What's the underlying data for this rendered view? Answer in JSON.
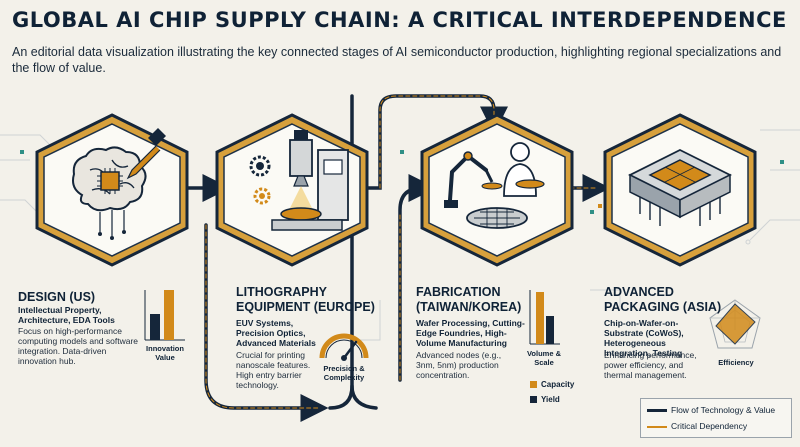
{
  "header": {
    "title": "GLOBAL AI CHIP SUPPLY CHAIN: A CRITICAL INTERDEPENDENCE",
    "subtitle": "An editorial data visualization illustrating the key connected stages of AI semiconductor production, highlighting regional specializations and the flow of value."
  },
  "stages": [
    {
      "title": "DESIGN (US)",
      "sub": "Intellectual Property, Architecture, EDA Tools",
      "desc": "Focus on high-performance computing models and software integration. Data-driven innovation hub.",
      "metric": "Innovation Value"
    },
    {
      "title": "LITHOGRAPHY EQUIPMENT (EUROPE)",
      "sub": "EUV Systems, Precision Optics, Advanced Materials",
      "desc": "Crucial for printing nanoscale features. High entry barrier technology.",
      "metric": "Precision & Complexity"
    },
    {
      "title": "FABRICATION (TAIWAN/KOREA)",
      "sub": "Wafer Processing, Cutting-Edge Foundries, High-Volume Manufacturing",
      "desc": "Advanced nodes (e.g., 3nm, 5nm) production concentration.",
      "metric": "Volume & Scale",
      "legend": [
        "Capacity",
        "Yield"
      ]
    },
    {
      "title": "ADVANCED PACKAGING (ASIA)",
      "sub": "Chip-on-Wafer-on-Substrate (CoWoS), Heterogeneous Integration, Testing",
      "desc": "Enhancing performance, power efficiency, and thermal management.",
      "metric": "Efficiency"
    }
  ],
  "legend": {
    "flow": "Flow of Technology & Value",
    "critical": "Critical Dependency"
  },
  "colors": {
    "navy": "#15263a",
    "gold": "#d28a1a",
    "teal": "#2f8f86"
  }
}
